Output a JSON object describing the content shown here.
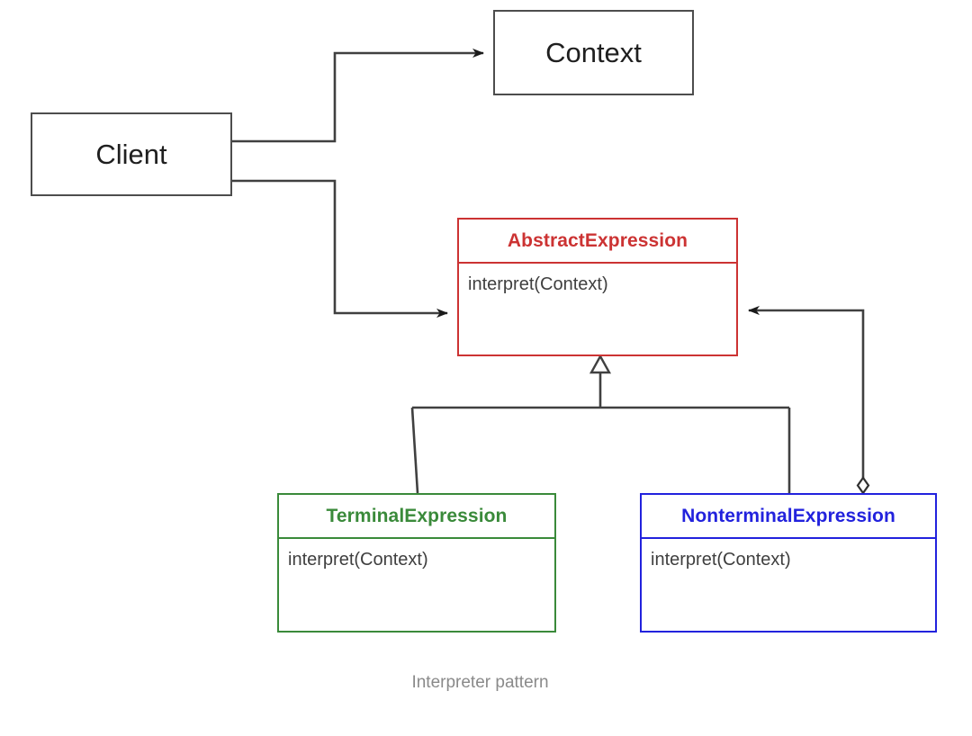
{
  "diagram": {
    "caption": "Interpreter pattern",
    "background_color": "#ffffff"
  },
  "colors": {
    "neutral_border": "#4d4d4d",
    "neutral_text": "#1f1f1f",
    "abstract_expression": "#cc3333",
    "terminal_expression": "#3a8a3a",
    "nonterminal_expression": "#2222dd",
    "operation_text": "#3f3f3f",
    "caption_text": "#8a8a8a",
    "edge_stroke": "#404040"
  },
  "nodes": {
    "context": {
      "name": "Context",
      "title": "Context",
      "kind": "plain-class",
      "color": "#1f1f1f"
    },
    "client": {
      "name": "Client",
      "title": "Client",
      "kind": "plain-class",
      "color": "#1f1f1f"
    },
    "abstract_expression": {
      "name": "AbstractExpression",
      "title": "AbstractExpression",
      "kind": "class-with-operations",
      "color": "#cc3333",
      "operations": [
        "interpret(Context)"
      ]
    },
    "terminal_expression": {
      "name": "TerminalExpression",
      "title": "TerminalExpression",
      "kind": "class-with-operations",
      "color": "#3a8a3a",
      "operations": [
        "interpret(Context)"
      ]
    },
    "nonterminal_expression": {
      "name": "NonterminalExpression",
      "title": "NonterminalExpression",
      "kind": "class-with-operations",
      "color": "#2222dd",
      "operations": [
        "interpret(Context)"
      ]
    }
  },
  "edges": [
    {
      "id": "client-to-context",
      "from": "Client",
      "to": "Context",
      "type": "association",
      "arrowhead": "filled-open-arrow"
    },
    {
      "id": "client-to-abstract-expression",
      "from": "Client",
      "to": "AbstractExpression",
      "type": "association",
      "arrowhead": "filled-open-arrow"
    },
    {
      "id": "terminal-to-abstract-generalization",
      "from": "TerminalExpression",
      "to": "AbstractExpression",
      "type": "generalization",
      "arrowhead": "hollow-triangle"
    },
    {
      "id": "nonterminal-to-abstract-generalization",
      "from": "NonterminalExpression",
      "to": "AbstractExpression",
      "type": "generalization",
      "arrowhead": "hollow-triangle"
    },
    {
      "id": "nonterminal-aggregates-abstract",
      "from": "NonterminalExpression",
      "to": "AbstractExpression",
      "type": "aggregation",
      "arrowhead": "filled-open-arrow",
      "tail_marker": "hollow-diamond"
    }
  ]
}
